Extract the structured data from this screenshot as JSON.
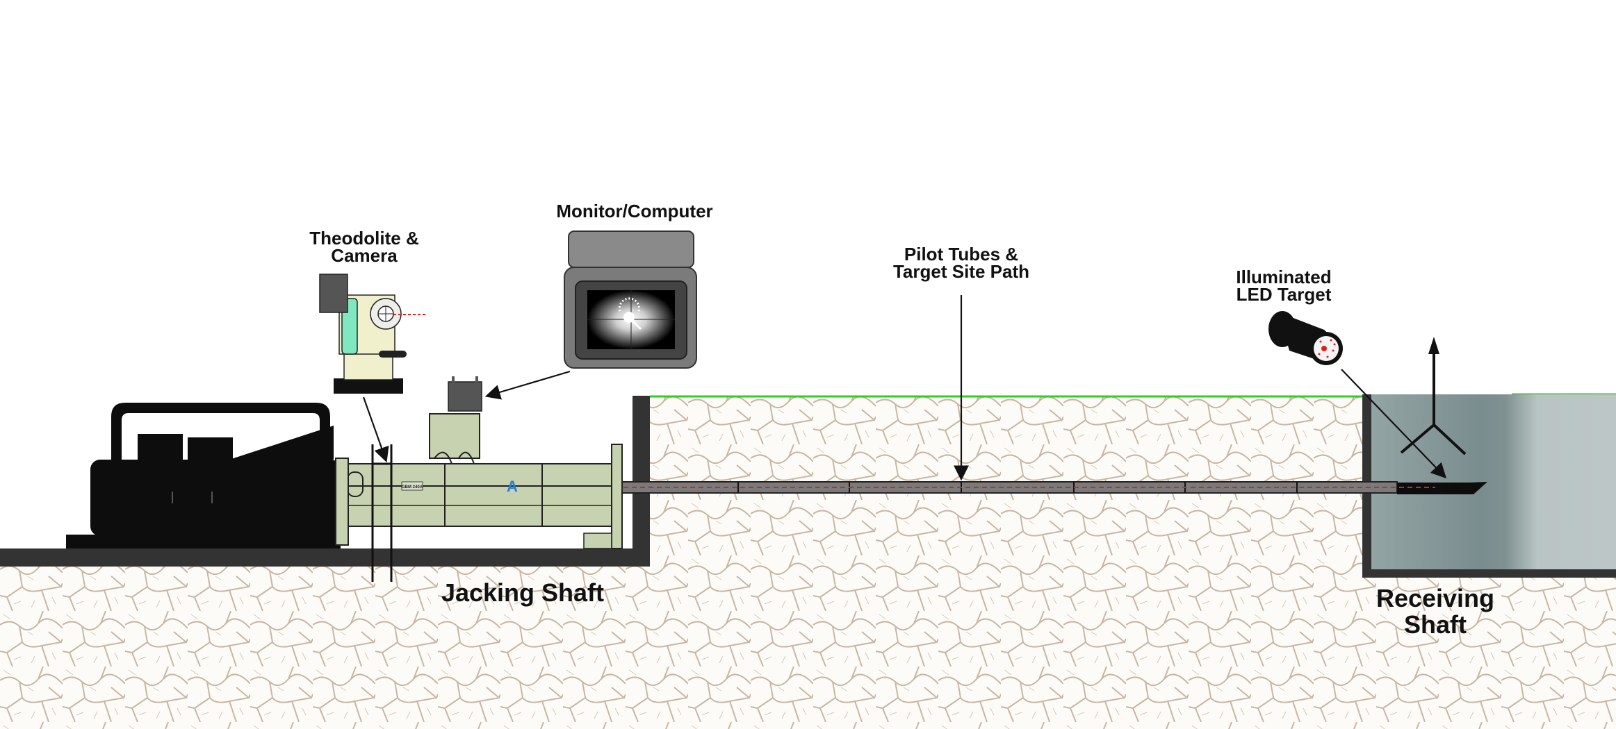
{
  "diagram": {
    "title": "Pilot tube guided boring setup",
    "labels": {
      "theodolite": [
        "Theodolite &",
        "Camera"
      ],
      "monitor": "Monitor/Computer",
      "pilot_tubes": [
        "Pilot Tubes &",
        "Target Site Path"
      ],
      "led_target": [
        "Illuminated",
        "LED Target"
      ],
      "jacking_shaft": "Jacking Shaft",
      "receiving_shaft": [
        "Receiving",
        "Shaft"
      ]
    },
    "machine_plate": "GBM 240A",
    "machine_logo": "A",
    "colors": {
      "ground_line": "#33cc22",
      "soil_fill": "#fdfbf8",
      "soil_crack": "#c9b6a4",
      "shaft_wall": "#333333",
      "machine_body": "#c7d3b0",
      "power_unit": "#0d0d0d",
      "pipe": "#7a7a7a",
      "laser": "#e0201a",
      "theodolite_body": "#f1f0cc",
      "theodolite_panel": "#7fe8c0",
      "receiving_water_dark": "#7a8d8e",
      "receiving_water_light": "#b9c4c4"
    }
  }
}
